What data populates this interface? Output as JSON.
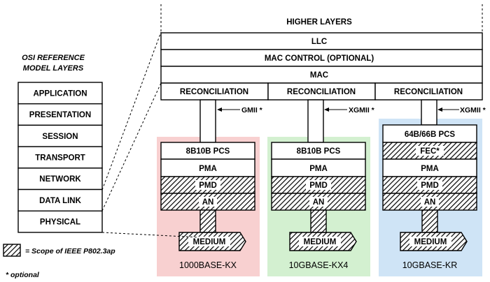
{
  "osi": {
    "title_line1": "OSI REFERENCE",
    "title_line2": "MODEL LAYERS",
    "layers": [
      "APPLICATION",
      "PRESENTATION",
      "SESSION",
      "TRANSPORT",
      "NETWORK",
      "DATA LINK",
      "PHYSICAL"
    ]
  },
  "stack": {
    "higher_layers": "HIGHER LAYERS",
    "llc": "LLC",
    "mac_control": "MAC CONTROL (OPTIONAL)",
    "mac": "MAC"
  },
  "phys": [
    {
      "reconciliation": "RECONCILIATION",
      "interface": "GMII *",
      "pcs": "8B10B PCS",
      "pma": "PMA",
      "pmd": "PMD",
      "an": "AN",
      "medium": "MEDIUM",
      "name": "1000BASE-KX",
      "bg": "#f8d0d0"
    },
    {
      "reconciliation": "RECONCILIATION",
      "interface": "XGMII *",
      "pcs": "8B10B PCS",
      "pma": "PMA",
      "pmd": "PMD",
      "an": "AN",
      "medium": "MEDIUM",
      "name": "10GBASE-KX4",
      "bg": "#d3f0d0"
    },
    {
      "reconciliation": "RECONCILIATION",
      "interface": "XGMII *",
      "pcs": "64B/66B PCS",
      "fec": "FEC*",
      "pma": "PMA",
      "pmd": "PMD",
      "an": "AN",
      "medium": "MEDIUM",
      "name": "10GBASE-KR",
      "bg": "#cfe4f6"
    }
  ],
  "legend": {
    "scope": "= Scope of IEEE P802.3ap",
    "optional": "* optional"
  }
}
